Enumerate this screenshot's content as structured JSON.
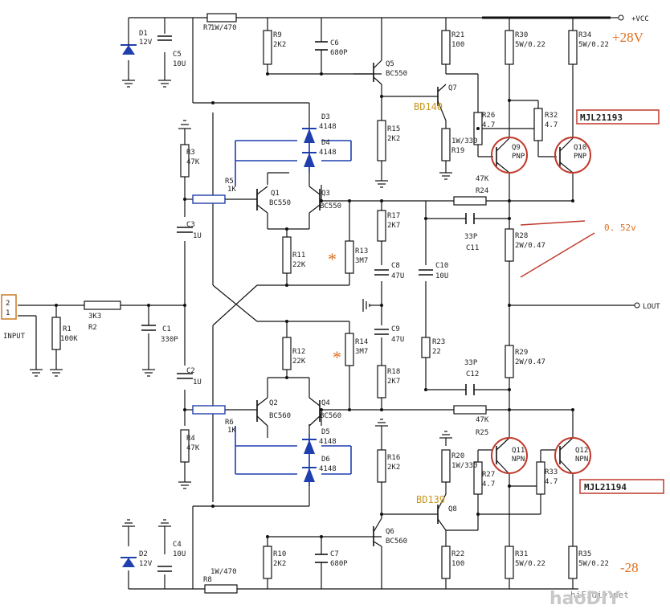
{
  "rails": {
    "vcc": "+VCC",
    "pos": "+28V",
    "neg": "-28",
    "lout": "LOUT"
  },
  "input": {
    "label": "INPUT",
    "pins": [
      "2",
      "1"
    ]
  },
  "annotations": {
    "voltage": "0. 52v",
    "star1": "*",
    "star2": "*",
    "watermark": "hiFidiy.net",
    "logo": "haoDIY"
  },
  "parts_red": {
    "top": "MJL21193",
    "bottom": "MJL21194"
  },
  "drivers": {
    "top": "BD140",
    "bottom": "BD139"
  },
  "labels": {
    "D1": "D1",
    "D1v": "12V",
    "C5": "C5",
    "C5v": "10U",
    "R7": "R7",
    "R7v": "1W/470",
    "R9": "R9",
    "R9v": "2K2",
    "C6": "C6",
    "C6v": "680P",
    "Q5": "Q5",
    "Q5v": "BC550",
    "R21": "R21",
    "R21v": "100",
    "Q7": "Q7",
    "R30": "R30",
    "R30v": "5W/0.22",
    "R34": "R34",
    "R34v": "5W/0.22",
    "D3": "D3",
    "D3v": "4148",
    "D4": "D4",
    "D4v": "4148",
    "R3": "R3",
    "R3v": "47K",
    "R15": "R15",
    "R15v": "2K2",
    "R19": "R19",
    "R19v": "1W/330",
    "R26": "R26",
    "R26v": "4.7",
    "R32": "R32",
    "R32v": "4.7",
    "Q9": "Q9",
    "Q9t": "PNP",
    "Q10": "Q10",
    "Q10t": "PNP",
    "R5": "R5",
    "R5v": "1K",
    "Q1": "Q1",
    "Q1v": "BC550",
    "Q3": "Q3",
    "Q3v": "BC550",
    "R24": "R24",
    "R24v": "47K",
    "C3": "C3",
    "C3v": "1U",
    "R17": "R17",
    "R17v": "2K7",
    "C11": "C11",
    "C11v": "33P",
    "R28": "R28",
    "R28v": "2W/0.47",
    "R11": "R11",
    "R11v": "22K",
    "R13": "R13",
    "R13v": "3M7",
    "C8": "C8",
    "C8v": "47U",
    "C10": "C10",
    "C10v": "10U",
    "R1": "R1",
    "R1v": "100K",
    "R2": "R2",
    "R2v": "3K3",
    "C1": "C1",
    "C1v": "330P",
    "R12": "R12",
    "R12v": "22K",
    "R14": "R14",
    "R14v": "3M7",
    "C9": "C9",
    "C9v": "47U",
    "R23": "R23",
    "R23v": "22",
    "R29": "R29",
    "R29v": "2W/0.47",
    "C2": "C2",
    "C2v": "1U",
    "R18": "R18",
    "R18v": "2K7",
    "C12": "C12",
    "C12v": "33P",
    "R6": "R6",
    "R6v": "1K",
    "Q2": "Q2",
    "Q2v": "BC560",
    "Q4": "Q4",
    "Q4v": "BC560",
    "R25": "R25",
    "R25v": "47K",
    "R4": "R4",
    "R4v": "47K",
    "D5": "D5",
    "D5v": "4148",
    "D6": "D6",
    "D6v": "4148",
    "R16": "R16",
    "R16v": "2K2",
    "R20": "R20",
    "R20v": "1W/330",
    "Q11": "Q11",
    "Q11t": "NPN",
    "Q12": "Q12",
    "Q12t": "NPN",
    "R27": "R27",
    "R27v": "4.7",
    "R33": "R33",
    "R33v": "4.7",
    "Q8": "Q8",
    "Q6": "Q6",
    "Q6v": "BC560",
    "D2": "D2",
    "D2v": "12V",
    "C4": "C4",
    "C4v": "10U",
    "R8": "R8",
    "R8v": "1W/470",
    "R10": "R10",
    "R10v": "2K2",
    "C7": "C7",
    "C7v": "680P",
    "R22": "R22",
    "R22v": "100",
    "R31": "R31",
    "R31v": "5W/0.22",
    "R35": "R35",
    "R35v": "5W/0.22"
  }
}
